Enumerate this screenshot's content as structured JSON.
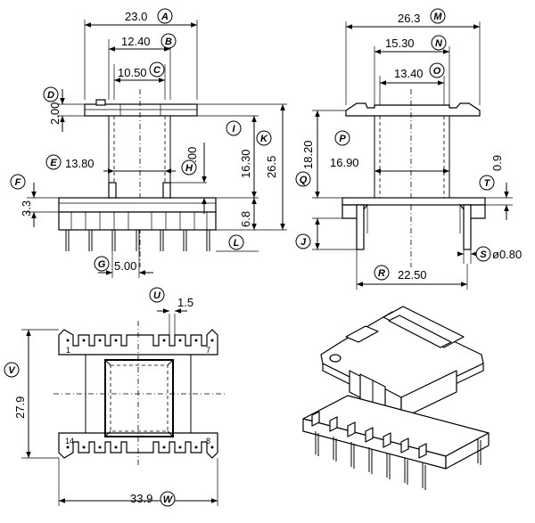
{
  "dimensions": {
    "A": {
      "letter": "A",
      "value": "23.0"
    },
    "B": {
      "letter": "B",
      "value": "12.40"
    },
    "C": {
      "letter": "C",
      "value": "10.50"
    },
    "D": {
      "letter": "D",
      "value": "2.00"
    },
    "E": {
      "letter": "E",
      "value": "13.80"
    },
    "F": {
      "letter": "F",
      "value": "3.3"
    },
    "G": {
      "letter": "G",
      "value": "5.00"
    },
    "H": {
      "letter": "H",
      "value": "3.00"
    },
    "I": {
      "letter": "I",
      "value": "16.30"
    },
    "K": {
      "letter": "K",
      "value": "26.5"
    },
    "L": {
      "letter": "L",
      "value": "6.8"
    },
    "M": {
      "letter": "M",
      "value": "26.3"
    },
    "N": {
      "letter": "N",
      "value": "15.30"
    },
    "O": {
      "letter": "O",
      "value": "13.40"
    },
    "P": {
      "letter": "P",
      "value": "16.90"
    },
    "Q": {
      "letter": "Q",
      "value": "18.20"
    },
    "T": {
      "letter": "T",
      "value": "0.9"
    },
    "J": {
      "letter": "J",
      "value": ""
    },
    "S": {
      "letter": "S",
      "value": "ø0.80"
    },
    "R": {
      "letter": "R",
      "value": "22.50"
    },
    "U": {
      "letter": "U",
      "value": "1.5"
    },
    "V": {
      "letter": "V",
      "value": "27.9"
    },
    "W": {
      "letter": "W",
      "value": "33.9"
    }
  },
  "pin_numbers": {
    "p1": "1",
    "p7": "7",
    "p14": "14",
    "p8": "8"
  }
}
